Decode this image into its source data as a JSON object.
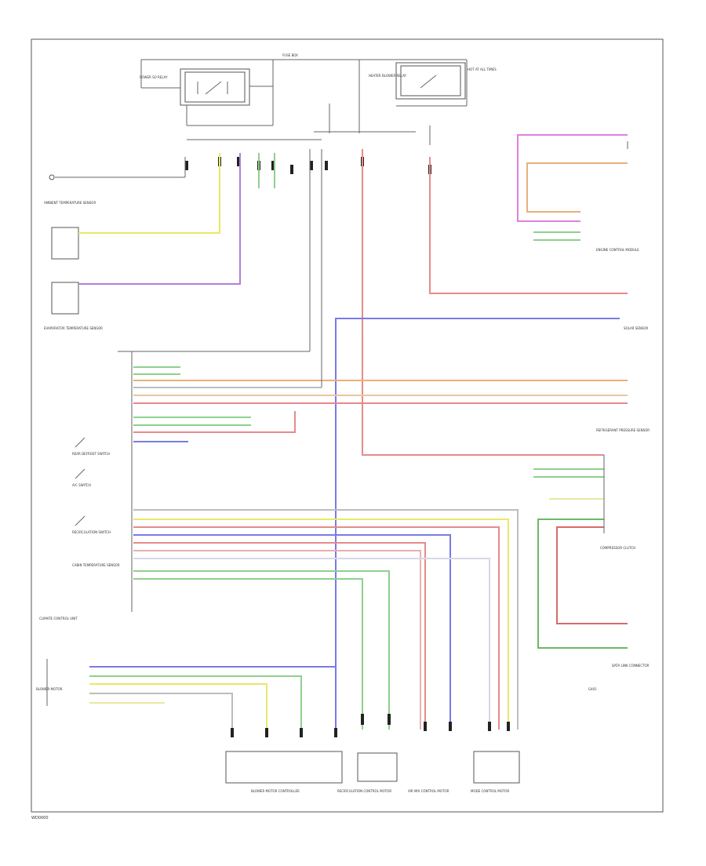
{
  "page_id": "WD0000",
  "labels": {
    "power_relay": "POWER SO RELAY",
    "hvac_relay": "HEATER BLOWER RELAY",
    "hot_at_all": "HOT AT ALL TIMES",
    "fuse_box": "FUSE BOX",
    "ambient_sensor": "AMBIENT TEMPERATURE SENSOR",
    "evap_sensor": "EVAPORATOR TEMPERATURE SENSOR",
    "solar_sensor": "SOLAR SENSOR",
    "control_unit": "CLIMATE CONTROL UNIT",
    "blower_motor": "BLOWER MOTOR",
    "blower_controller": "BLOWER MOTOR CONTROLLER",
    "recirc_actuator": "RECIRCULATION CONTROL MOTOR",
    "air_mix_actuator": "AIR MIX CONTROL MOTOR",
    "mode_actuator": "MODE CONTROL MOTOR",
    "refrigerant_sensor": "REFRIGERANT PRESSURE SENSOR",
    "compressor": "COMPRESSOR CLUTCH",
    "data_link": "DATA LINK CONNECTOR",
    "ground_label": "G401",
    "rear_defrost": "REAR DEFROST SWITCH",
    "ac_switch": "A/C SWITCH",
    "recirc_switch": "RECIRCULATION SWITCH",
    "cabin_sensor": "CABIN TEMPERATURE SENSOR",
    "ecm": "ENGINE CONTROL MODULE"
  }
}
